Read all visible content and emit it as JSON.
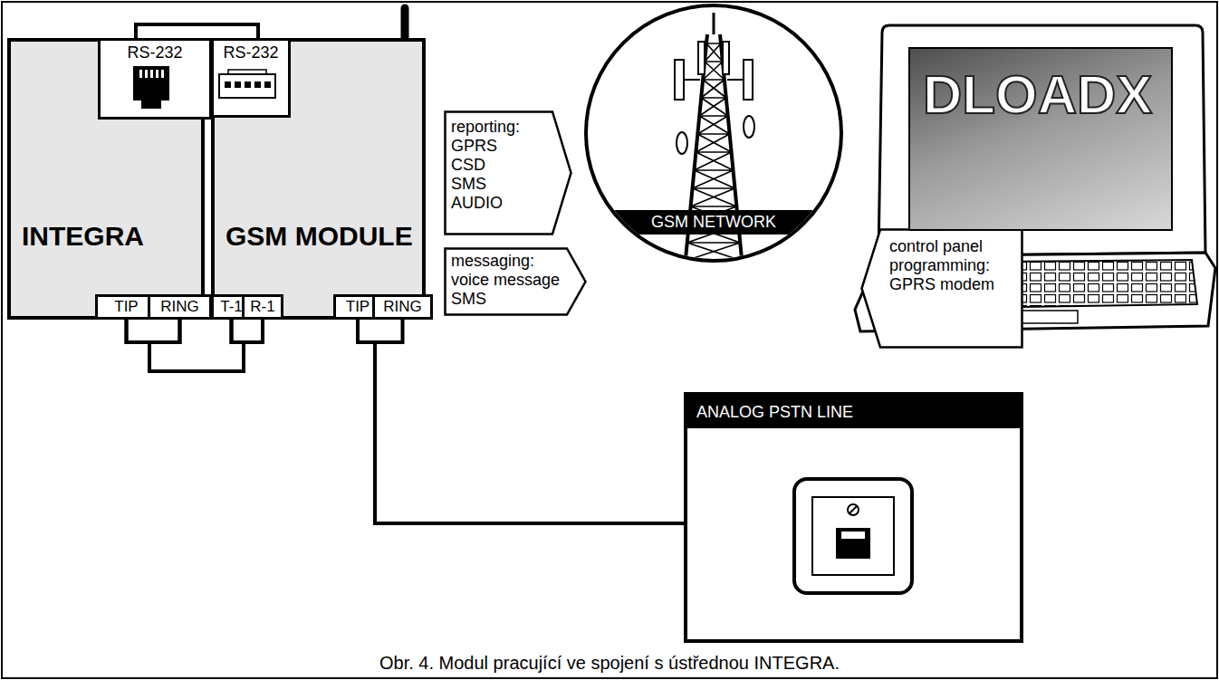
{
  "diagram": {
    "caption": "Obr. 4. Modul pracující ve spojení s ústřednou INTEGRA.",
    "nodes": [
      {
        "text": [
          "INTEGRA"
        ]
      },
      {
        "text": [
          "RS-232"
        ],
        "in": 0
      },
      {
        "text": [
          "TIP"
        ],
        "in": 0
      },
      {
        "text": [
          "RING"
        ],
        "in": 0
      },
      {
        "text": [
          "GSM MODULE"
        ]
      },
      {
        "text": [
          "RS-232"
        ],
        "in": 4
      },
      {
        "text": [
          "T-1"
        ],
        "in": 4
      },
      {
        "text": [
          "R-1"
        ],
        "in": 4
      },
      {
        "text": [
          "TIP"
        ],
        "in": 4
      },
      {
        "text": [
          "RING"
        ],
        "in": 4
      },
      {
        "text": [
          "reporting: GPRS CSD SMS AUDIO"
        ]
      },
      {
        "text": [
          "messaging: voice message SMS"
        ]
      },
      {
        "text": [
          "GSM NETWORK"
        ]
      },
      {
        "text": [
          "control panel programming: GPRS modem"
        ]
      },
      {
        "text": [
          "DLOADX"
        ]
      },
      {
        "text": [
          "ANALOG PSTN LINE"
        ]
      }
    ],
    "edges": [
      {
        "from": 1,
        "to": 5,
        "arrow": "none"
      },
      {
        "from": 2,
        "to": 6,
        "arrow": "none"
      },
      {
        "from": 2,
        "to": 7,
        "arrow": "none"
      },
      {
        "from": 3,
        "to": 6,
        "arrow": "none"
      },
      {
        "from": 3,
        "to": 7,
        "arrow": "none"
      },
      {
        "from": 8,
        "to": 15,
        "arrow": "none"
      },
      {
        "from": 9,
        "to": 15,
        "arrow": "none"
      }
    ]
  }
}
